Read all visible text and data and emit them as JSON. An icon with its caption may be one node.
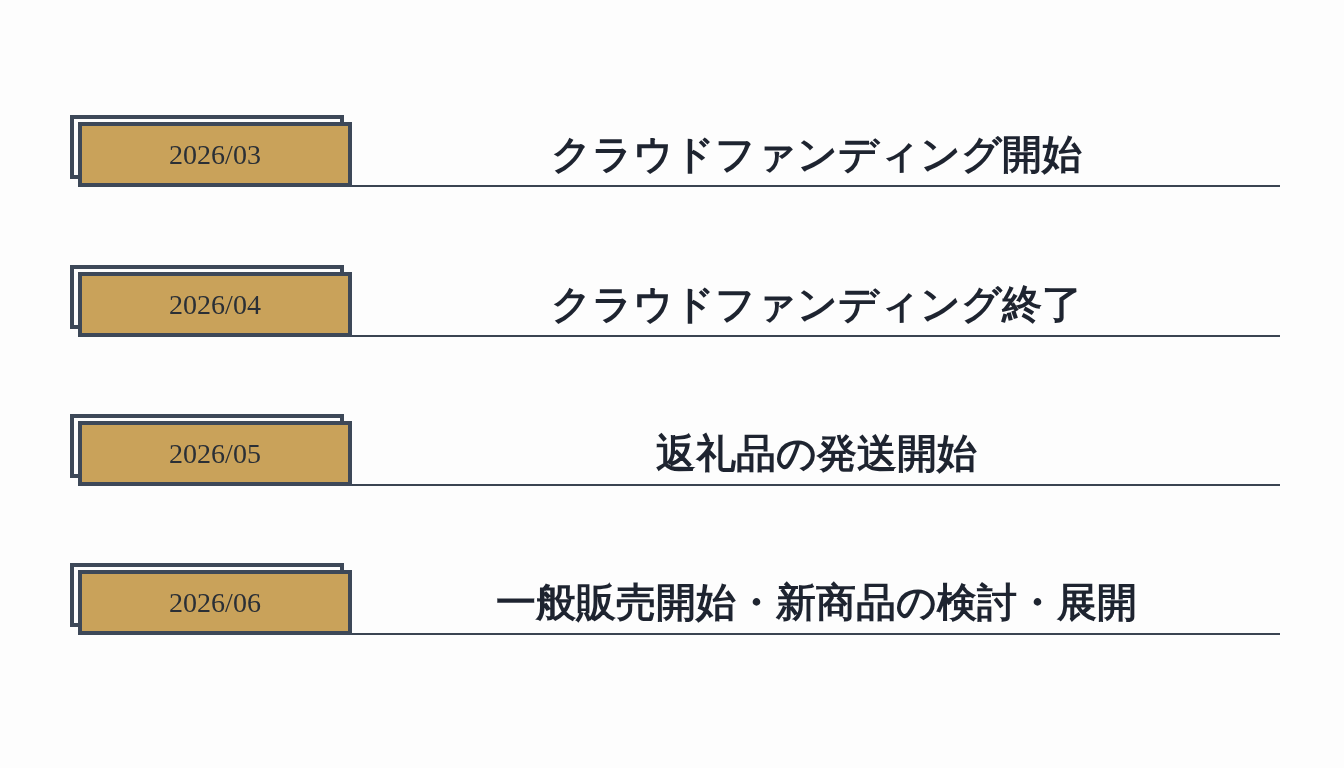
{
  "diagram": {
    "nodes": [
      {
        "text": [
          "2026/03"
        ]
      },
      {
        "text": [
          "2026/04"
        ]
      },
      {
        "text": [
          "2026/05"
        ]
      },
      {
        "text": [
          "2026/06"
        ]
      }
    ],
    "labels": [
      "クラウドファンディング開始",
      "クラウドファンディング終了",
      "返礼品の発送開始",
      "一般販売開始・新商品の検討・展開"
    ]
  }
}
